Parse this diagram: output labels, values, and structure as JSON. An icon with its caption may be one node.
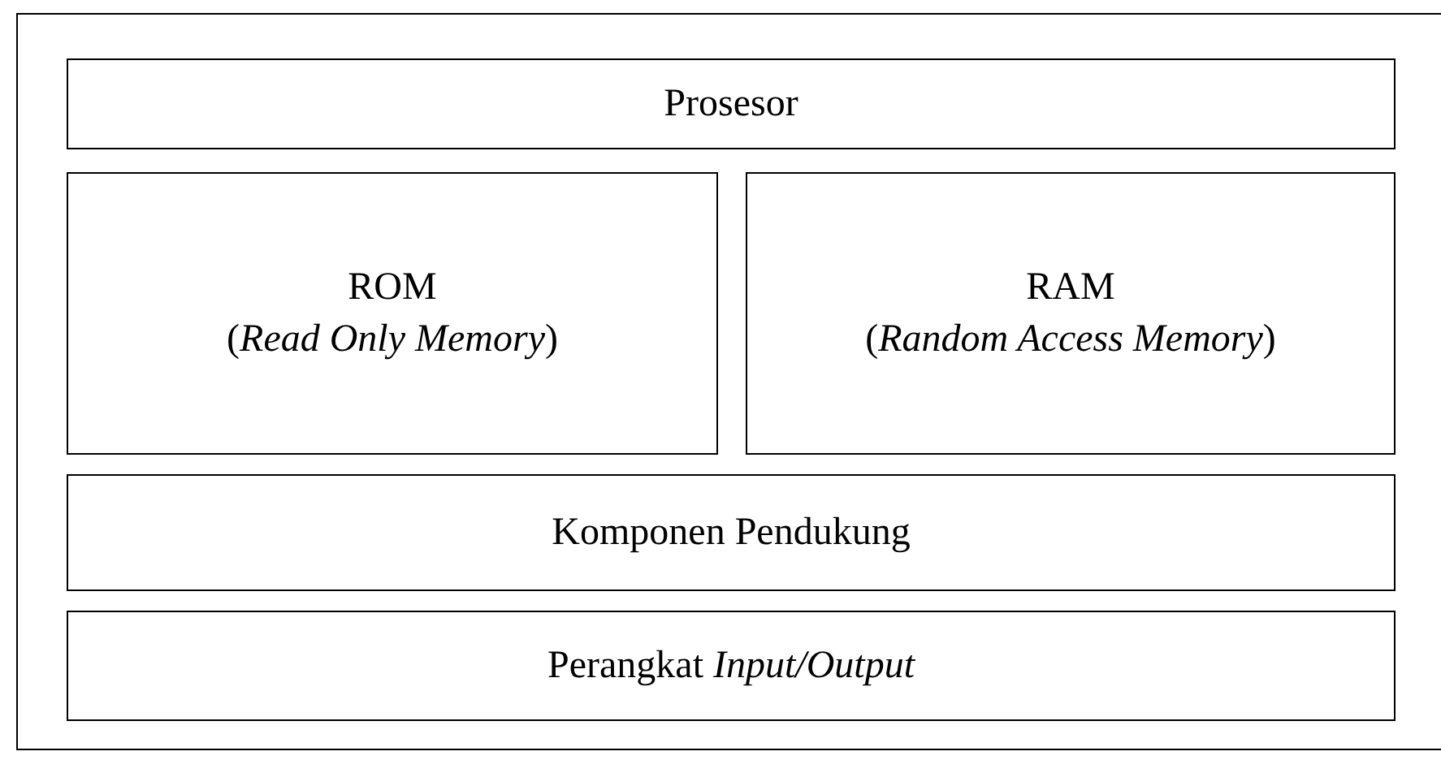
{
  "diagram": {
    "nodes": [
      {
        "text": [],
        "shape": "box"
      },
      {
        "text": [
          "Prosesor"
        ],
        "in": 0
      },
      {
        "text": [
          "ROM",
          "(*Read Only Memory*)"
        ],
        "in": 0
      },
      {
        "text": [
          "RAM",
          "(*Random Access Memory*)"
        ],
        "in": 0
      },
      {
        "text": [
          "Komponen Pendukung"
        ],
        "in": 0
      },
      {
        "text": [
          "Perangkat *Input/Output*"
        ],
        "in": 0
      }
    ],
    "edges": []
  }
}
